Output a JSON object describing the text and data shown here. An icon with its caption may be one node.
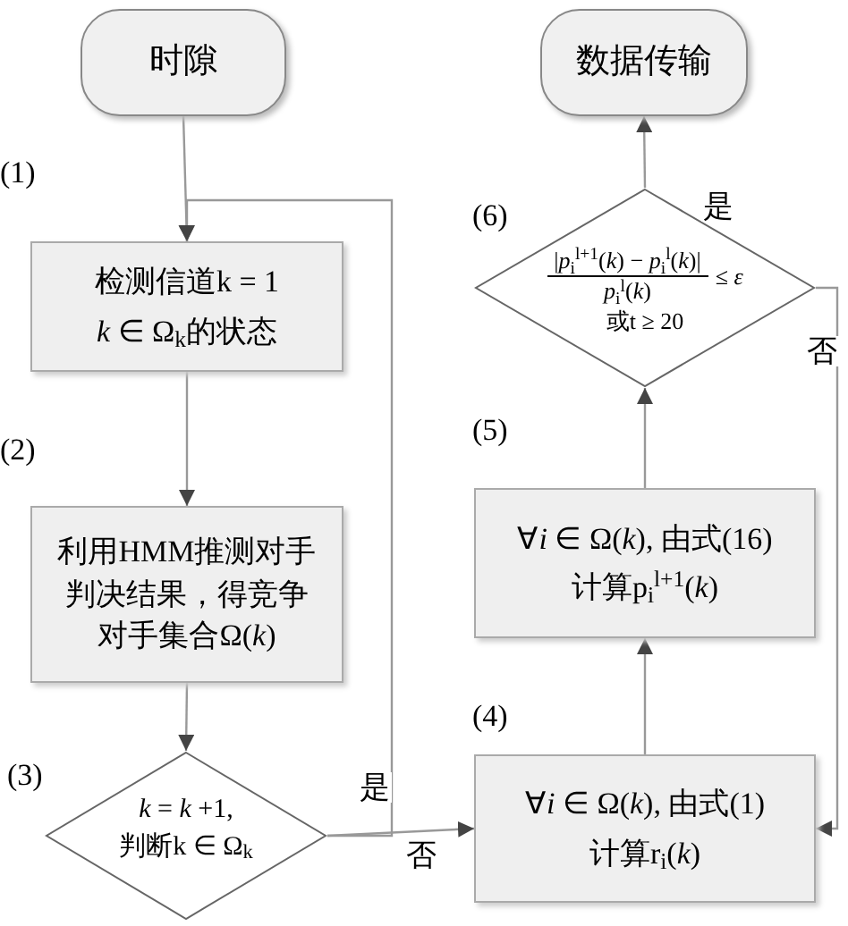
{
  "diagram": {
    "nodes": [
      {
        "text": [
          "时隙"
        ]
      },
      {
        "text": [
          "数据传输"
        ]
      },
      {
        "text": [
          "检测信道k = 1",
          "*k* ∈ Ω$_{k}$的状态"
        ]
      },
      {
        "text": [
          "利用HMM推测对手判决结果，得竞争对手集合Ω(*k*)"
        ]
      },
      {
        "text": [
          "*k* = *k* +1,",
          "判断k ∈ Ω$_{k}$"
        ]
      },
      {
        "text": [
          "∀*i* ∈ Ω(*k*), 由式(16)",
          "计算p$_{i}$$^{l+1}$(*k*)"
        ]
      },
      {
        "text": [
          "∀*i* ∈ Ω(*k*), 由式(1)",
          "计算r$_{i}$(*k*)"
        ]
      },
      {
        "text": [
          "|*p*$_{i}$$^{l+1}$(*k*) − *p*$_{i}$$^{l}$(*k*)|",
          "*p*$_{i}$$^{l}$(*k*)",
          "≤ *ε*",
          "或t ≥ 20"
        ]
      }
    ],
    "edges": [
      {
        "from": 0,
        "to": 2,
        "arrow": "to"
      },
      {
        "from": 2,
        "to": 3,
        "arrow": "to"
      },
      {
        "from": 3,
        "to": 4,
        "arrow": "to"
      },
      {
        "from": 4,
        "to": 2,
        "arrow": "to",
        "label": "是"
      },
      {
        "from": 4,
        "to": 6,
        "arrow": "to",
        "label": "否"
      },
      {
        "from": 6,
        "to": 5,
        "arrow": "to"
      },
      {
        "from": 5,
        "to": 7,
        "arrow": "to"
      },
      {
        "from": 7,
        "to": 1,
        "arrow": "to",
        "label": "是"
      },
      {
        "from": 7,
        "to": 6,
        "arrow": "to",
        "label": "否"
      }
    ],
    "labels": [
      "(1)",
      "(6)",
      "(5)",
      "(2)",
      "(4)",
      "(3)"
    ]
  }
}
